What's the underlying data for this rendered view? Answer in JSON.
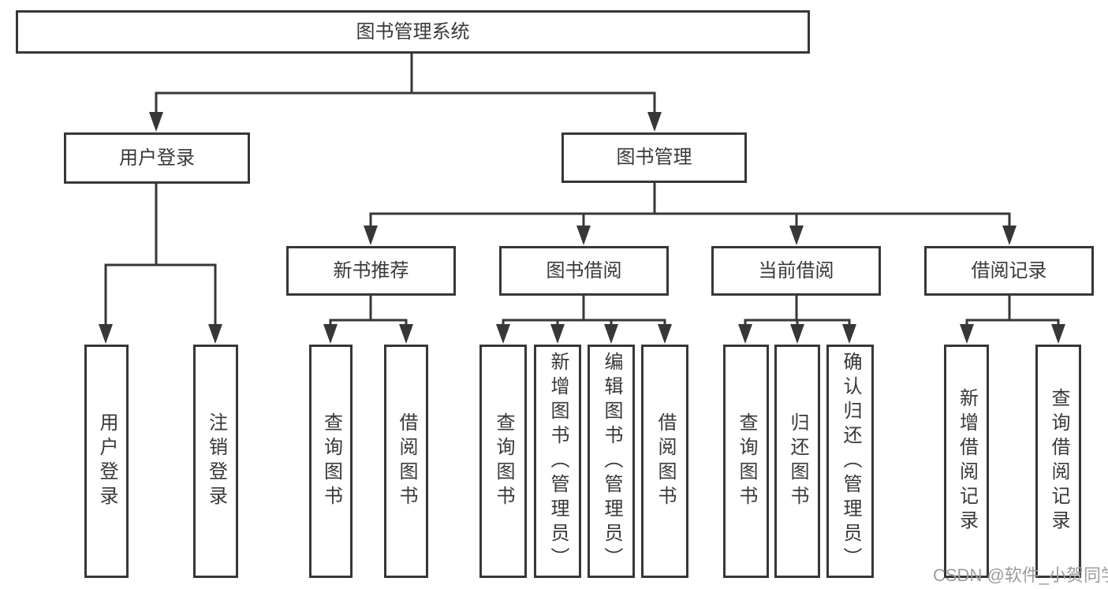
{
  "tree": {
    "root": {
      "label": "图书管理系统"
    },
    "branches": [
      {
        "label": "用户登录",
        "children": [
          {
            "label": "用户登录"
          },
          {
            "label": "注销登录"
          }
        ]
      },
      {
        "label": "图书管理",
        "children": [
          {
            "label": "新书推荐",
            "children": [
              {
                "label": "查询图书"
              },
              {
                "label": "借阅图书"
              }
            ]
          },
          {
            "label": "图书借阅",
            "children": [
              {
                "label": "查询图书"
              },
              {
                "label": "新增图书（管理员）"
              },
              {
                "label": "编辑图书（管理员）"
              },
              {
                "label": "借阅图书"
              }
            ]
          },
          {
            "label": "当前借阅",
            "children": [
              {
                "label": "查询图书"
              },
              {
                "label": "归还图书"
              },
              {
                "label": "确认归还（管理员）"
              }
            ]
          },
          {
            "label": "借阅记录",
            "children": [
              {
                "label": "新增借阅记录"
              },
              {
                "label": "查询借阅记录"
              }
            ]
          }
        ]
      }
    ]
  },
  "watermark": {
    "text": "CSDN @软件_小贺同学"
  },
  "colors": {
    "line": "#373737",
    "text": "#383838",
    "background": "#ffffff",
    "watermark": "#9c9c9c"
  }
}
